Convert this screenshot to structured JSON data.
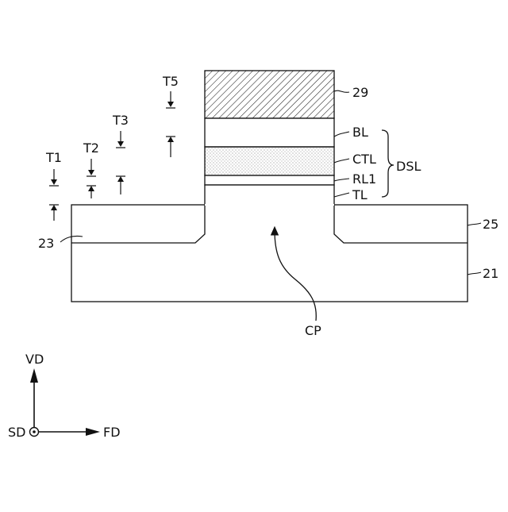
{
  "labels": {
    "ref_29": "29",
    "ref_bl": "BL",
    "ref_ctl": "CTL",
    "ref_rl1": "RL1",
    "ref_tl": "TL",
    "ref_dsl": "DSL",
    "ref_25": "25",
    "ref_21": "21",
    "ref_23": "23",
    "ref_cp": "CP",
    "t1": "T1",
    "t2": "T2",
    "t3": "T3",
    "t5": "T5"
  },
  "axes": {
    "vd": "VD",
    "fd": "FD",
    "sd": "SD"
  }
}
